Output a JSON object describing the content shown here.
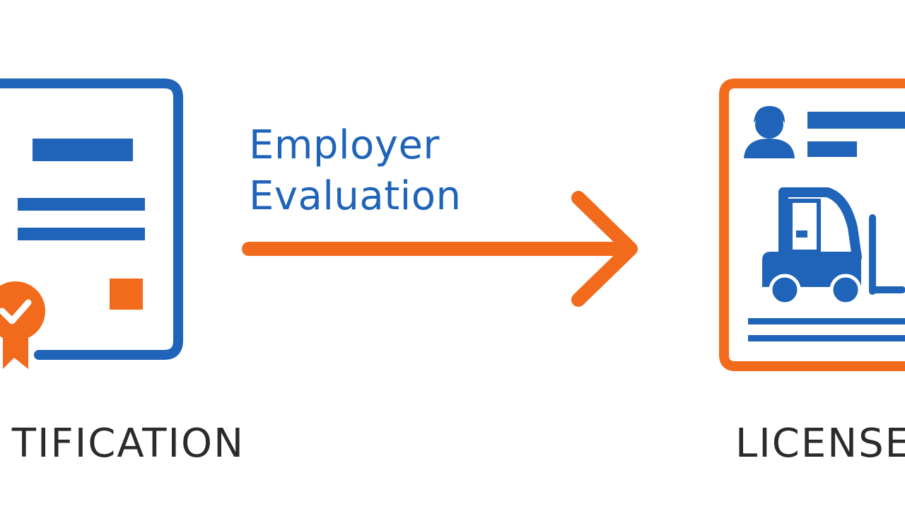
{
  "diagram": {
    "left_caption": "TIFICATION",
    "right_caption": "LICENSE",
    "middle_label_line1": "Employer",
    "middle_label_line2": "Evaluation"
  },
  "icons": {
    "left": "certificate-document-icon",
    "badge": "award-ribbon-check-icon",
    "arrow": "arrow-right-icon",
    "right": "forklift-license-card-icon",
    "person": "person-avatar-icon",
    "forklift": "forklift-icon"
  },
  "colors": {
    "blue": "#1f64b8",
    "orange": "#f26a1b",
    "text": "#2b2b2b",
    "background": "#ffffff"
  }
}
